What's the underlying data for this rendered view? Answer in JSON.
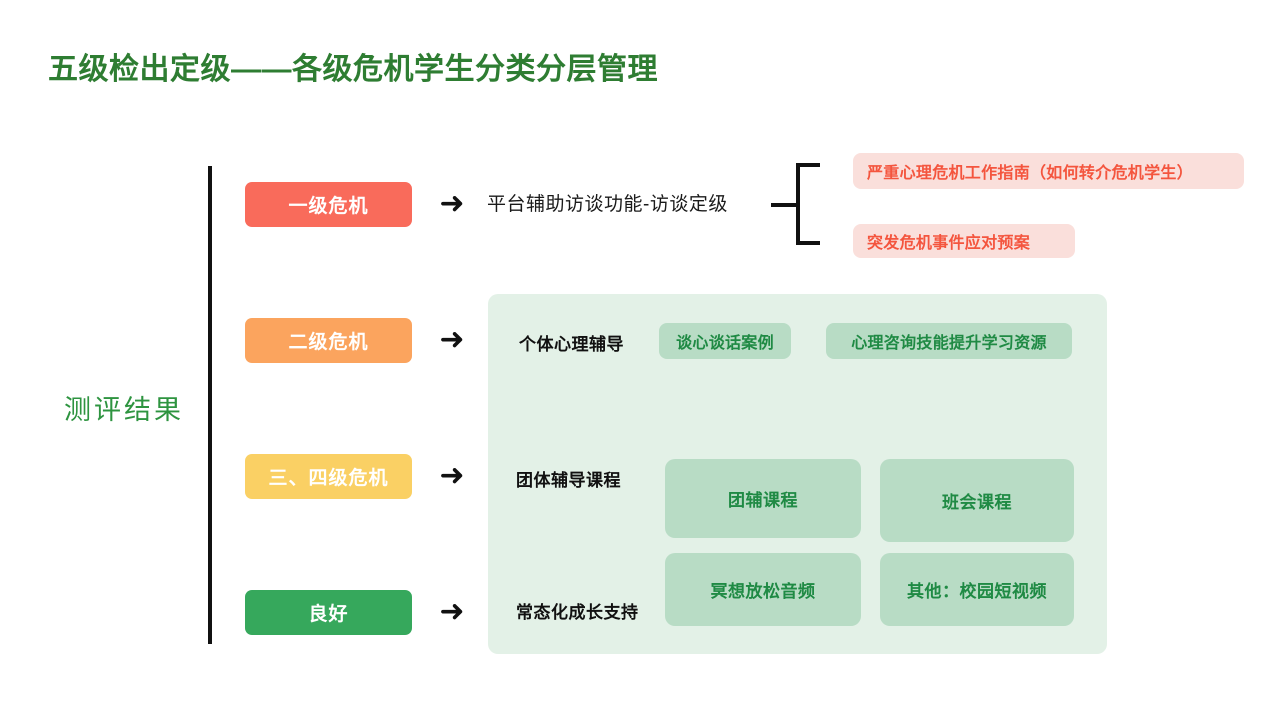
{
  "slide": {
    "title": "五级检出定级——各级危机学生分类分层管理",
    "axis_label": "测评结果",
    "title_color": "#2E7D32",
    "axis_label_color": "#2E9440"
  },
  "levels": [
    {
      "label": "一级危机",
      "color": "#F96B5B",
      "arrow": "➜"
    },
    {
      "label": "二级危机",
      "color": "#FBA45E",
      "arrow": "➜"
    },
    {
      "label": "三、四级危机",
      "color": "#FAD064",
      "arrow": "➜"
    },
    {
      "label": "良好",
      "color": "#36A85C",
      "arrow": "➜"
    }
  ],
  "level1_branch": {
    "interview_text": "平台辅助访谈功能-访谈定级",
    "documents": [
      {
        "label": "严重心理危机工作指南（如何转介危机学生）",
        "bg": "#FADFDB",
        "fg": "#F4553E"
      },
      {
        "label": "突发危机事件应对预案",
        "bg": "#FADFDB",
        "fg": "#F4553E"
      }
    ]
  },
  "support_panel": {
    "bg": "#E3F1E7",
    "rows": [
      {
        "label": "个体心理辅导",
        "tags": [
          {
            "label": "谈心谈话案例"
          },
          {
            "label": "心理咨询技能提升学习资源"
          }
        ]
      },
      {
        "label": "团体辅导课程",
        "cards": [
          {
            "label": "团辅课程"
          },
          {
            "label": "班会课程"
          }
        ]
      },
      {
        "label": "常态化成长支持",
        "cards": [
          {
            "label": "冥想放松音频"
          },
          {
            "label": "其他：校园短视频"
          }
        ]
      }
    ],
    "card_bg": "#B8DCC5",
    "card_fg": "#1F8A44"
  }
}
